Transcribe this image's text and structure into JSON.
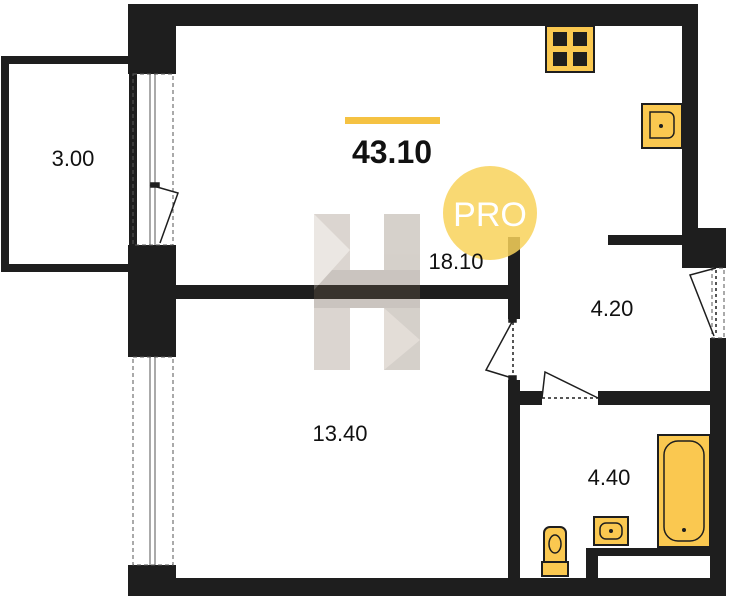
{
  "total_area": "43.10",
  "rooms": [
    {
      "id": "balcony",
      "area": "3.00"
    },
    {
      "id": "kitchen-living",
      "area": "18.10"
    },
    {
      "id": "bedroom",
      "area": "13.40"
    },
    {
      "id": "hall",
      "area": "4.20"
    },
    {
      "id": "bathroom",
      "area": "4.40"
    }
  ],
  "watermark": {
    "badge_text": "PRO"
  },
  "colors": {
    "wall": "#1e1e1e",
    "fixture_fill": "#fac850",
    "accent": "#f5c242",
    "badge": "#f8d25a",
    "text": "#111111"
  }
}
